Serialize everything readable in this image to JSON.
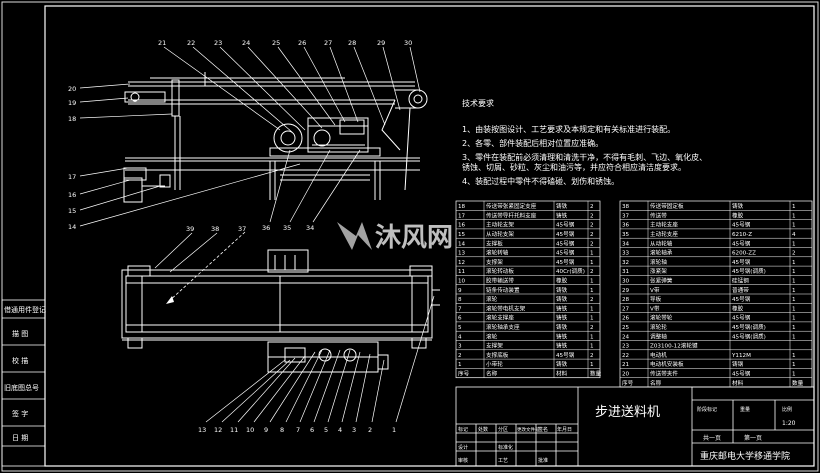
{
  "drawing": {
    "title": "步进送料机",
    "school": "重庆邮电大学移通学院",
    "scale": "1:20",
    "sheet_left": "共一页",
    "sheet_right": "第一页"
  },
  "requirements": {
    "heading": "技术要求",
    "items": [
      "1、由装按图设计、工艺要求及本规定和有关标准进行装配。",
      "2、各零、部件装配后相对位置应准确。",
      "3、零件在装配前必须清理和清洗干净，不得有毛刺、飞边、氧化皮、",
      "   锈蚀、切屑、砂粒、灰尘和油污等，并应符合相应清洁度要求。",
      "4、装配过程中零件不得磕碰、划伤和锈蚀。"
    ]
  },
  "side_block": {
    "cells": [
      "借通用件登记",
      "描 图",
      "校 描",
      "旧底图总号",
      "签 字",
      "日 期"
    ]
  },
  "callouts": {
    "top_row": [
      "21",
      "22",
      "23",
      "24",
      "25",
      "26",
      "27",
      "28",
      "29",
      "30"
    ],
    "left_col": [
      "20",
      "19",
      "18",
      "17",
      "16",
      "15",
      "14"
    ],
    "top_bottom_row": [
      "36",
      "35",
      "34"
    ],
    "mid_row": [
      "39",
      "38",
      "37"
    ],
    "bottom_row": [
      "13",
      "12",
      "11",
      "10",
      "9",
      "8",
      "7",
      "6",
      "5",
      "4",
      "3",
      "2",
      "1"
    ]
  },
  "bom": {
    "left": [
      [
        "18",
        "传送带张紧固定支座",
        "铸铁",
        "2"
      ],
      [
        "17",
        "传送带导杆托料支座",
        "铸铁",
        "2"
      ],
      [
        "16",
        "主动轮支架",
        "45号钢",
        "2"
      ],
      [
        "15",
        "从动轮支架",
        "45号钢",
        "2"
      ],
      [
        "14",
        "支撑板",
        "45号钢",
        "2"
      ],
      [
        "13",
        "滚轮转轴",
        "45号钢",
        "1"
      ],
      [
        "12",
        "支撑架",
        "45号钢",
        "1"
      ],
      [
        "11",
        "滚轮转动板",
        "40Cr(调质)",
        "2"
      ],
      [
        "10",
        "胶带输送带",
        "橡胶",
        "1"
      ],
      [
        "9",
        "链条传动装置",
        "铸铁",
        "1"
      ],
      [
        "8",
        "滚轮",
        "铸铁",
        "2"
      ],
      [
        "7",
        "滚轮带电机支架",
        "铸铁",
        "1"
      ],
      [
        "6",
        "滚轮支撑座",
        "铸铁",
        "1"
      ],
      [
        "5",
        "滚轮轴承支座",
        "铸铁",
        "2"
      ],
      [
        "4",
        "滚轮",
        "铸铁",
        "1"
      ],
      [
        "3",
        "支撑架",
        "铸铁",
        "1"
      ],
      [
        "2",
        "支撑底板",
        "45号钢",
        "2"
      ],
      [
        "1",
        "小带轮",
        "铸铁",
        "1"
      ],
      [
        "序号",
        "名称",
        "材料",
        "数量"
      ]
    ],
    "right": [
      [
        "38",
        "传送带固定板",
        "铸铁",
        "1"
      ],
      [
        "37",
        "传送带",
        "橡胶",
        "1"
      ],
      [
        "36",
        "主动轮支座",
        "45号钢",
        "1"
      ],
      [
        "35",
        "主动轮支座",
        "6210-Z",
        "4"
      ],
      [
        "34",
        "从动轮轴",
        "45号钢",
        "1"
      ],
      [
        "33",
        "滚轮轴承",
        "6200-ZZ",
        "2"
      ],
      [
        "32",
        "滚轮轴",
        "45号钢",
        "1"
      ],
      [
        "31",
        "涨紧架",
        "45号钢(调质)",
        "1"
      ],
      [
        "30",
        "张紧弹簧",
        "硅锰钢",
        "1"
      ],
      [
        "29",
        "V带",
        "普通带",
        "1"
      ],
      [
        "28",
        "导板",
        "45号钢",
        "1"
      ],
      [
        "27",
        "V带",
        "橡胶",
        "1"
      ],
      [
        "26",
        "滚轮带轮",
        "45号钢",
        "1"
      ],
      [
        "25",
        "滚轮轮",
        "45号钢(调质)",
        "1"
      ],
      [
        "24",
        "调整轴",
        "45号钢(调质)",
        "1"
      ],
      [
        "23",
        "Z03100-12滚轮键",
        "",
        ""
      ],
      [
        "22",
        "电动机",
        "Y112M",
        "1"
      ],
      [
        "21",
        "电动机安装板",
        "铸钢",
        "1"
      ],
      [
        "20",
        "传送带夹件",
        "45号钢",
        "1"
      ],
      [
        "序号",
        "名称",
        "材料",
        "数量"
      ]
    ]
  },
  "title_block": {
    "small_labels": [
      "标记",
      "处数",
      "分区",
      "更改文件号",
      "签名",
      "年月日"
    ],
    "row2": [
      "设计",
      "",
      "标准化",
      "阶段标记",
      "重量",
      "比例"
    ],
    "row3": [
      "审核",
      "",
      "工艺",
      "批准"
    ]
  }
}
